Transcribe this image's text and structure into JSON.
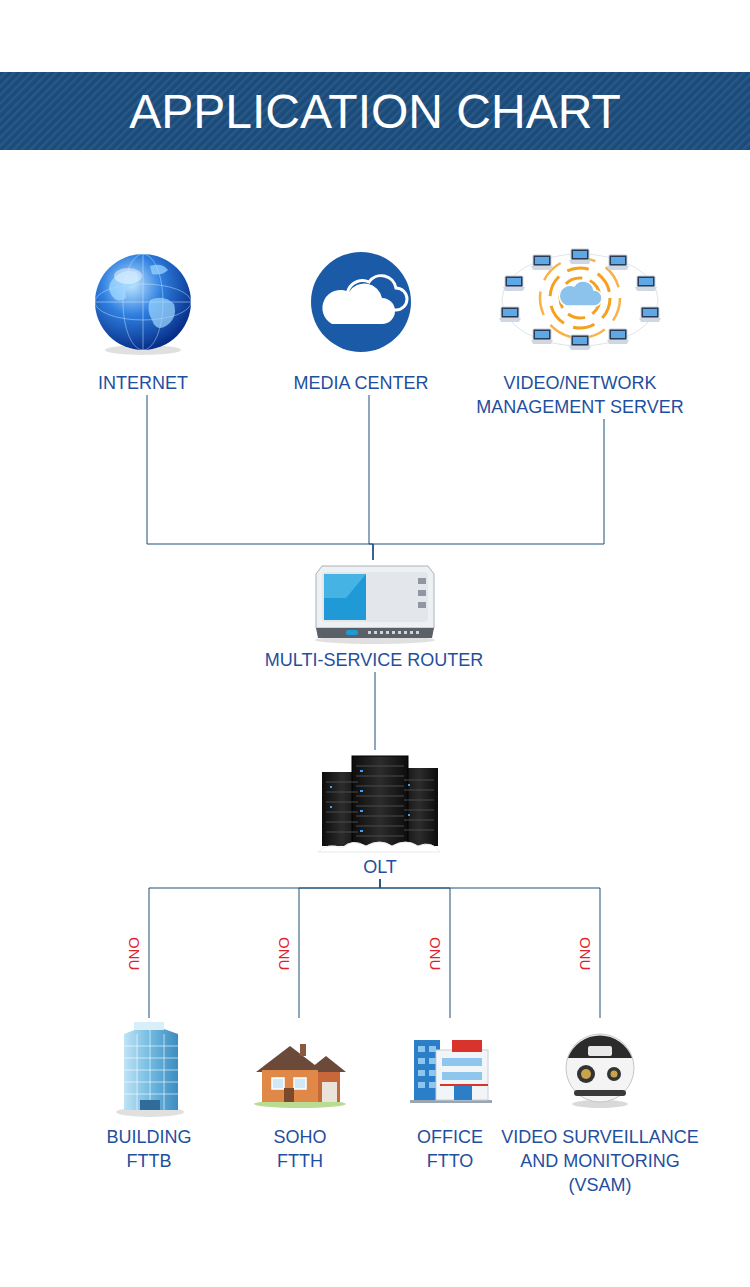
{
  "diagram": {
    "title": "APPLICATION CHART",
    "nodes": [
      {
        "text": [
          "INTERNET"
        ]
      },
      {
        "text": [
          "MEDIA CENTER"
        ]
      },
      {
        "text": [
          "VIDEO/NETWORK MANAGEMENT SERVER"
        ]
      },
      {
        "text": [
          "MULTI-SERVICE ROUTER"
        ]
      },
      {
        "text": [
          "OLT"
        ]
      },
      {
        "text": [
          "BUILDING FTTB"
        ]
      },
      {
        "text": [
          "SOHO FTTH"
        ]
      },
      {
        "text": [
          "OFFICE FTTO"
        ]
      },
      {
        "text": [
          "VIDEO SURVEILLANCE AND MONITORING (VSAM)"
        ]
      }
    ],
    "edges": [
      {
        "from": 0,
        "to": 3,
        "arrow": "none"
      },
      {
        "from": 1,
        "to": 3,
        "arrow": "none"
      },
      {
        "from": 2,
        "to": 3,
        "arrow": "none"
      },
      {
        "from": 3,
        "to": 4,
        "arrow": "none"
      },
      {
        "from": 4,
        "to": 5,
        "label": "ONU",
        "arrow": "none"
      },
      {
        "from": 4,
        "to": 6,
        "label": "ONU",
        "arrow": "none"
      },
      {
        "from": 4,
        "to": 7,
        "label": "ONU",
        "arrow": "none"
      },
      {
        "from": 4,
        "to": 8,
        "label": "ONU",
        "arrow": "none"
      }
    ]
  }
}
